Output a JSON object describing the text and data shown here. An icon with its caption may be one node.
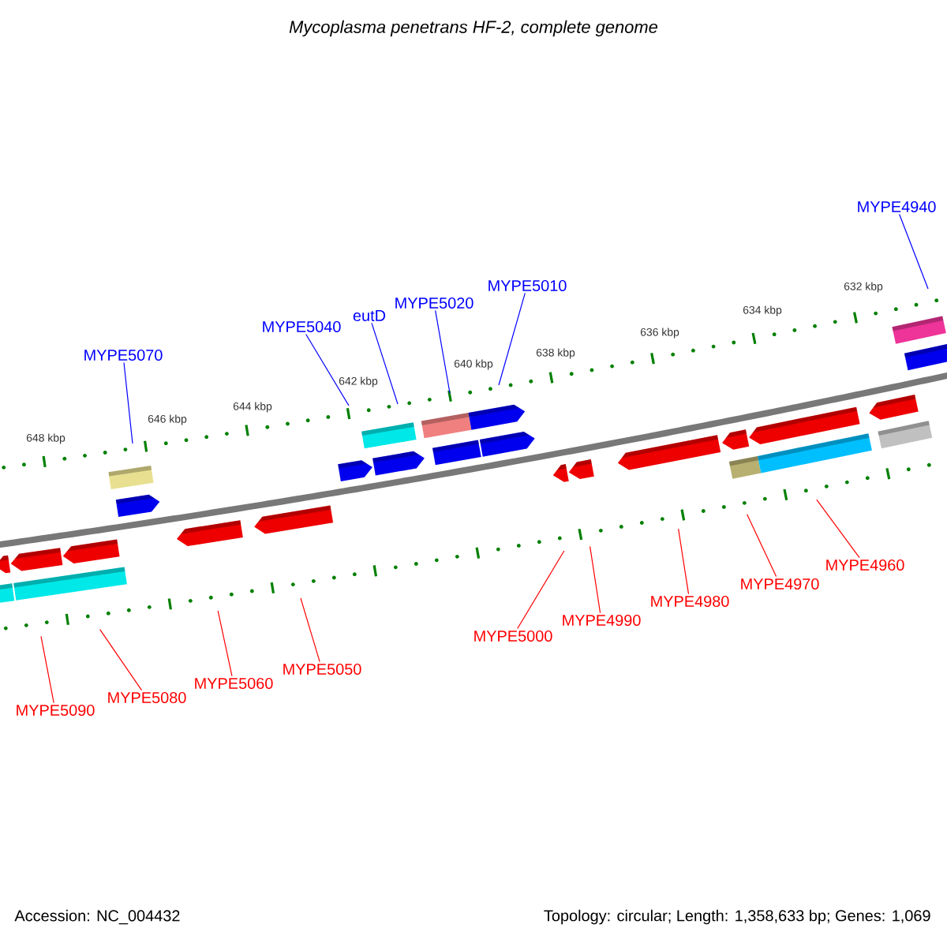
{
  "diagram": {
    "title": "Mycoplasma penetrans HF-2, complete genome",
    "nodes": [
      {
        "text": [
          "MYPE4940"
        ]
      },
      {
        "text": [
          "MYPE5010"
        ]
      },
      {
        "text": [
          "MYPE5020"
        ]
      },
      {
        "text": [
          "eutD"
        ]
      },
      {
        "text": [
          "MYPE5040"
        ]
      },
      {
        "text": [
          "MYPE5070"
        ]
      },
      {
        "text": [
          "MYPE4960"
        ]
      },
      {
        "text": [
          "MYPE4970"
        ]
      },
      {
        "text": [
          "MYPE4980"
        ]
      },
      {
        "text": [
          "MYPE4990"
        ]
      },
      {
        "text": [
          "MYPE5000"
        ]
      },
      {
        "text": [
          "MYPE5050"
        ]
      },
      {
        "text": [
          "MYPE5060"
        ]
      },
      {
        "text": [
          "MYPE5080"
        ]
      },
      {
        "text": [
          "MYPE5090"
        ]
      }
    ],
    "edges": [
      {
        "from": 0,
        "to": null,
        "arrow": "none",
        "color": "#0000ff"
      },
      {
        "from": 1,
        "to": null,
        "arrow": "none",
        "color": "#0000ff"
      },
      {
        "from": 2,
        "to": null,
        "arrow": "none",
        "color": "#0000ff"
      },
      {
        "from": 3,
        "to": null,
        "arrow": "none",
        "color": "#0000ff"
      },
      {
        "from": 4,
        "to": null,
        "arrow": "none",
        "color": "#0000ff"
      },
      {
        "from": 5,
        "to": null,
        "arrow": "none",
        "color": "#0000ff"
      },
      {
        "from": 6,
        "to": null,
        "arrow": "none",
        "color": "#ff0000"
      },
      {
        "from": 7,
        "to": null,
        "arrow": "none",
        "color": "#ff0000"
      },
      {
        "from": 8,
        "to": null,
        "arrow": "none",
        "color": "#ff0000"
      },
      {
        "from": 9,
        "to": null,
        "arrow": "none",
        "color": "#ff0000"
      },
      {
        "from": 10,
        "to": null,
        "arrow": "none",
        "color": "#ff0000"
      },
      {
        "from": 11,
        "to": null,
        "arrow": "none",
        "color": "#ff0000"
      },
      {
        "from": 12,
        "to": null,
        "arrow": "none",
        "color": "#ff0000"
      },
      {
        "from": 13,
        "to": null,
        "arrow": "none",
        "color": "#ff0000"
      },
      {
        "from": 14,
        "to": null,
        "arrow": "none",
        "color": "#ff0000"
      }
    ],
    "labels": [
      "648 kbp",
      "646 kbp",
      "644 kbp",
      "642 kbp",
      "640 kbp",
      "638 kbp",
      "636 kbp",
      "634 kbp",
      "632 kbp",
      "Accession: NC_004432",
      "Topology: circular; Length: 1,358,633 bp; Genes: 1,069"
    ]
  }
}
